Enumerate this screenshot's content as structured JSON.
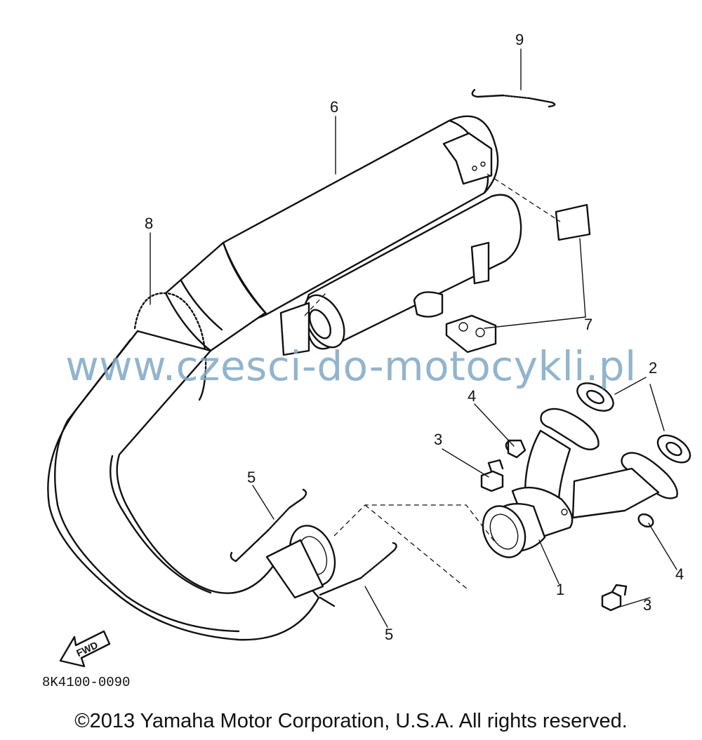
{
  "diagram": {
    "callouts": {
      "c1": "1",
      "c2": "2",
      "c3a": "3",
      "c3b": "3",
      "c4a": "4",
      "c4b": "4",
      "c5a": "5",
      "c5b": "5",
      "c6": "6",
      "c7": "7",
      "c8": "8",
      "c9": "9"
    },
    "fwd_label": "FWD",
    "code": "8K4100-0090"
  },
  "watermark": "www.czesci-do-motocykli.pl",
  "copyright": "©2013 Yamaha Motor Corporation, U.S.A. All rights reserved."
}
